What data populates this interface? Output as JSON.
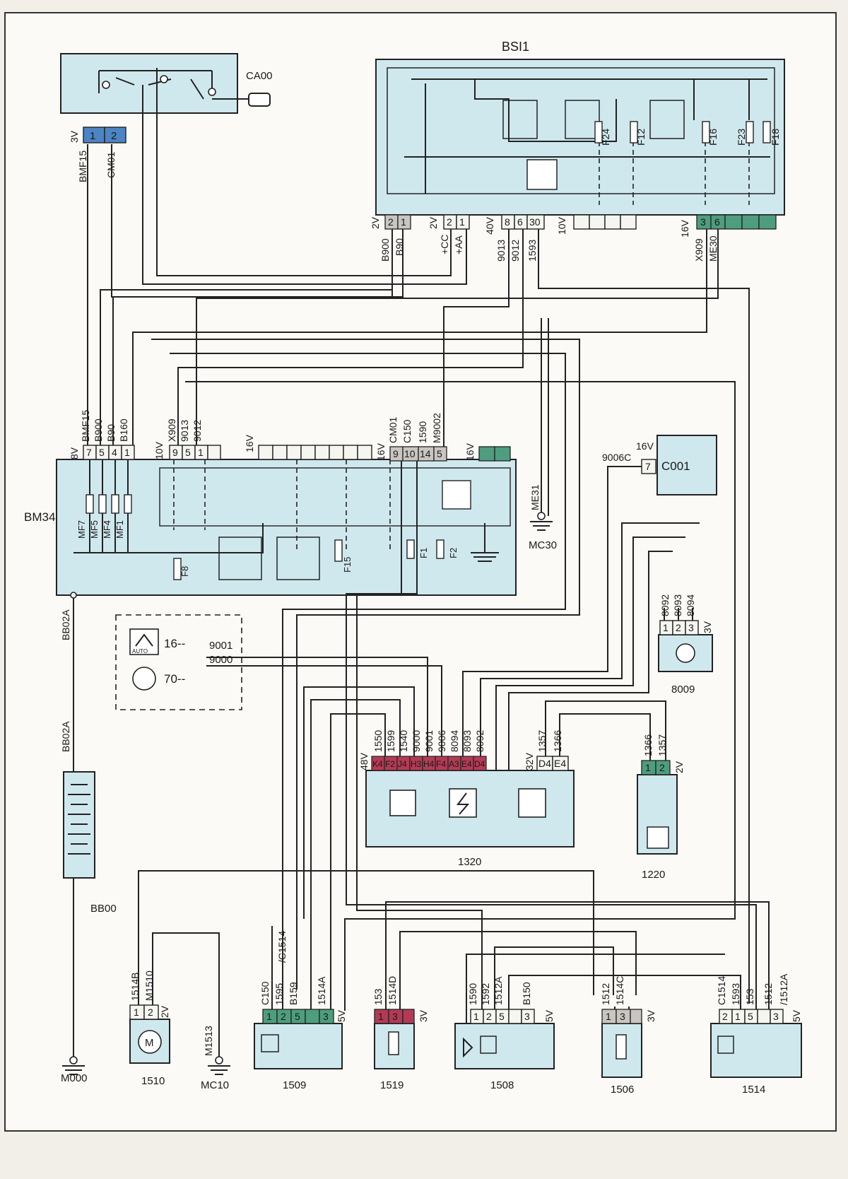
{
  "colors": {
    "module_fill": "#cfe8ee",
    "blue_connector": "#4c84c4",
    "green_connector": "#4e9d7e",
    "red_connector": "#b33a55",
    "grey_connector": "#c9c5c0",
    "wire": "#222222"
  },
  "modules": {
    "bsi1": "BSI1",
    "ca00": "CA00",
    "bm34": "BM34",
    "c001": "C001",
    "m1320": "1320",
    "m1220": "1220",
    "m8009": "8009",
    "m1510": "1510",
    "m1509": "1509",
    "m1519": "1519",
    "m1508": "1508",
    "m1506": "1506",
    "m1514": "1514"
  },
  "grounds": {
    "m000": "M000",
    "mc10": "MC10",
    "mc30": "MC30",
    "me31": "ME31"
  },
  "battery": {
    "bb00": "BB00",
    "bb02a_top": "BB02A",
    "bb02a_bottom": "BB02A"
  },
  "ca00_conn": {
    "size": "3V",
    "pins": [
      "1",
      "2"
    ],
    "wires": [
      "BMF15",
      "CM01"
    ]
  },
  "bsi1_conn_a": {
    "size": "2V",
    "pins": [
      "2",
      "1"
    ],
    "wires": [
      "B900",
      "B90"
    ]
  },
  "bsi1_conn_b": {
    "size": "2V",
    "pins": [
      "2",
      "1"
    ],
    "wires": [
      "+CC",
      "+AA"
    ]
  },
  "bsi1_conn_c": {
    "size": "40V",
    "pins": [
      "8",
      "6",
      "30"
    ],
    "wires": [
      "9013",
      "9012",
      "1593"
    ]
  },
  "bsi1_conn_d": {
    "size": "10V"
  },
  "bsi1_conn_e": {
    "size": "16V",
    "pins": [
      "3",
      "6"
    ],
    "wires": [
      "X909",
      "ME30"
    ]
  },
  "bsi1_fuses": [
    "F24",
    "F12",
    "F16",
    "F23",
    "F18"
  ],
  "bm34_conn_a": {
    "size": "8V",
    "pins": [
      "7",
      "5",
      "4",
      "1"
    ],
    "wires": [
      "BMF15",
      "B900",
      "B90",
      "B160"
    ]
  },
  "bm34_conn_b": {
    "size": "10V",
    "pins": [
      "9",
      "5",
      "1"
    ],
    "wires": [
      "X909",
      "9013",
      "9012"
    ]
  },
  "bm34_conn_c": {
    "size": "16V"
  },
  "bm34_conn_d": {
    "size": "16V",
    "pins": [
      "9",
      "10",
      "14",
      "5"
    ],
    "wires": [
      "CM01",
      "C150",
      "1590",
      "M9002"
    ]
  },
  "bm34_conn_e": {
    "size": "16V"
  },
  "bm34_fuses": [
    "MF7",
    "MF5",
    "MF4",
    "MF1",
    "F8",
    "F15",
    "F1",
    "F2"
  ],
  "c001_conn": {
    "size": "16V",
    "pin": "7",
    "wire": "9006C"
  },
  "switch_panel": {
    "item1": "16--",
    "item2": "70--",
    "wire1": "9001",
    "wire2": "9000",
    "auto": "AUTO"
  },
  "m8009_conn": {
    "size": "3V",
    "pins": [
      "1",
      "2",
      "3"
    ],
    "wires": [
      "8092",
      "8093",
      "8094"
    ]
  },
  "m1320_conn_a": {
    "size": "48V",
    "pins": [
      "K4",
      "F2",
      "J4",
      "H3",
      "H4",
      "F4",
      "A3",
      "E4",
      "D4"
    ],
    "wires": [
      "1550",
      "1599",
      "1540",
      "9000",
      "9001",
      "9006",
      "8094",
      "8093",
      "8092"
    ]
  },
  "m1320_conn_b": {
    "size": "32V",
    "pins": [
      "D4",
      "E4"
    ],
    "wires": [
      "1357",
      "1366"
    ]
  },
  "m1220_conn": {
    "size": "2V",
    "pins": [
      "1",
      "2"
    ],
    "wires": [
      "1366",
      "1357"
    ]
  },
  "m1510_conn": {
    "size": "2V",
    "pins": [
      "1",
      "2"
    ],
    "wires": [
      "1514B",
      "M1510"
    ]
  },
  "mc10_wire": "M1513",
  "m1509_conn": {
    "size": "5V",
    "pins": [
      "1",
      "2",
      "5",
      "3"
    ],
    "wires": [
      "C150",
      "1595",
      "B159",
      "1514A"
    ],
    "extra": "/C1514"
  },
  "m1519_conn": {
    "size": "3V",
    "pins": [
      "1",
      "3"
    ],
    "wires": [
      "153",
      "1514D"
    ]
  },
  "m1508_conn": {
    "size": "5V",
    "pins": [
      "1",
      "2",
      "5",
      "3"
    ],
    "wires": [
      "1590",
      "1592",
      "1512A",
      "B150"
    ]
  },
  "m1506_conn": {
    "size": "3V",
    "pins": [
      "1",
      "3"
    ],
    "wires": [
      "1512",
      "1514C"
    ]
  },
  "m1514_conn": {
    "size": "5V",
    "pins": [
      "2",
      "1",
      "5",
      "3"
    ],
    "wires": [
      "C1514",
      "1593",
      "153",
      "1512"
    ],
    "extra": "/1512A"
  }
}
